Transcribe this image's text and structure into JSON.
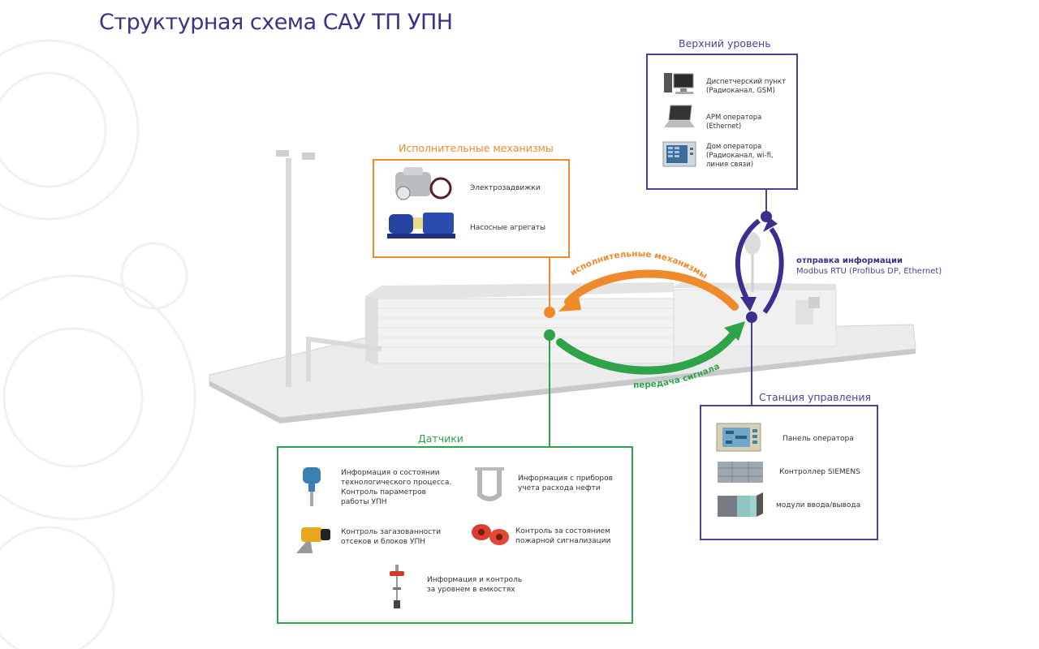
{
  "title": "Структурная схема САУ ТП УПН",
  "colors": {
    "title": "#3b3486",
    "upper": "#4b3f99",
    "actuators": "#ef8a2b",
    "sensors": "#2ea34a",
    "station": "#4b3f99"
  },
  "upper_level": {
    "title": "Верхний уровень",
    "items": [
      {
        "icon": "desktop-computer-icon",
        "lines": [
          "Диспетчерский пункт",
          "(Радиоканал, GSM)"
        ]
      },
      {
        "icon": "laptop-icon",
        "lines": [
          "АРМ оператора",
          "(Ethernet)"
        ]
      },
      {
        "icon": "operator-panel-icon",
        "lines": [
          "Дом оператора",
          "(Радиоканал, wi-fi,",
          "линия связи)"
        ]
      }
    ]
  },
  "actuators": {
    "title": "Исполнительные механизмы",
    "items": [
      {
        "icon": "electric-valve-actuator-icon",
        "label": "Электрозадвижки"
      },
      {
        "icon": "pump-unit-icon",
        "label": "Насосные агрегаты"
      }
    ]
  },
  "sensors": {
    "title": "Датчики",
    "items": [
      {
        "icon": "pressure-transmitter-icon",
        "lines": [
          "Информация о состоянии",
          "технологического процесса.",
          "Контроль параметров",
          "работы УПН"
        ]
      },
      {
        "icon": "flow-meter-icon",
        "lines": [
          "Информация с приборов",
          "учета расхода нефти"
        ]
      },
      {
        "icon": "gas-detector-icon",
        "lines": [
          "Контроль загазованности",
          "отсеков и блоков УПН"
        ]
      },
      {
        "icon": "fire-alarm-icon",
        "lines": [
          "Контроль за состоянием",
          "пожарной сигнализации"
        ]
      },
      {
        "icon": "level-sensor-icon",
        "lines": [
          "Информация и контроль",
          "за уровнем в емкостях"
        ]
      }
    ]
  },
  "station": {
    "title": "Станция управления",
    "items": [
      {
        "icon": "operator-panel-icon",
        "label": "Панель оператора"
      },
      {
        "icon": "plc-controller-icon",
        "label": "Контроллер SIEMENS"
      },
      {
        "icon": "io-modules-icon",
        "label": "модули ввода/вывода"
      }
    ]
  },
  "arrows": {
    "actuators_label": "исполнительные механизмы",
    "signal_label": "передача сигнала",
    "info_title": "отправка информации",
    "info_protocol": "Modbus RTU (Profibus DP, Ethernet)"
  }
}
